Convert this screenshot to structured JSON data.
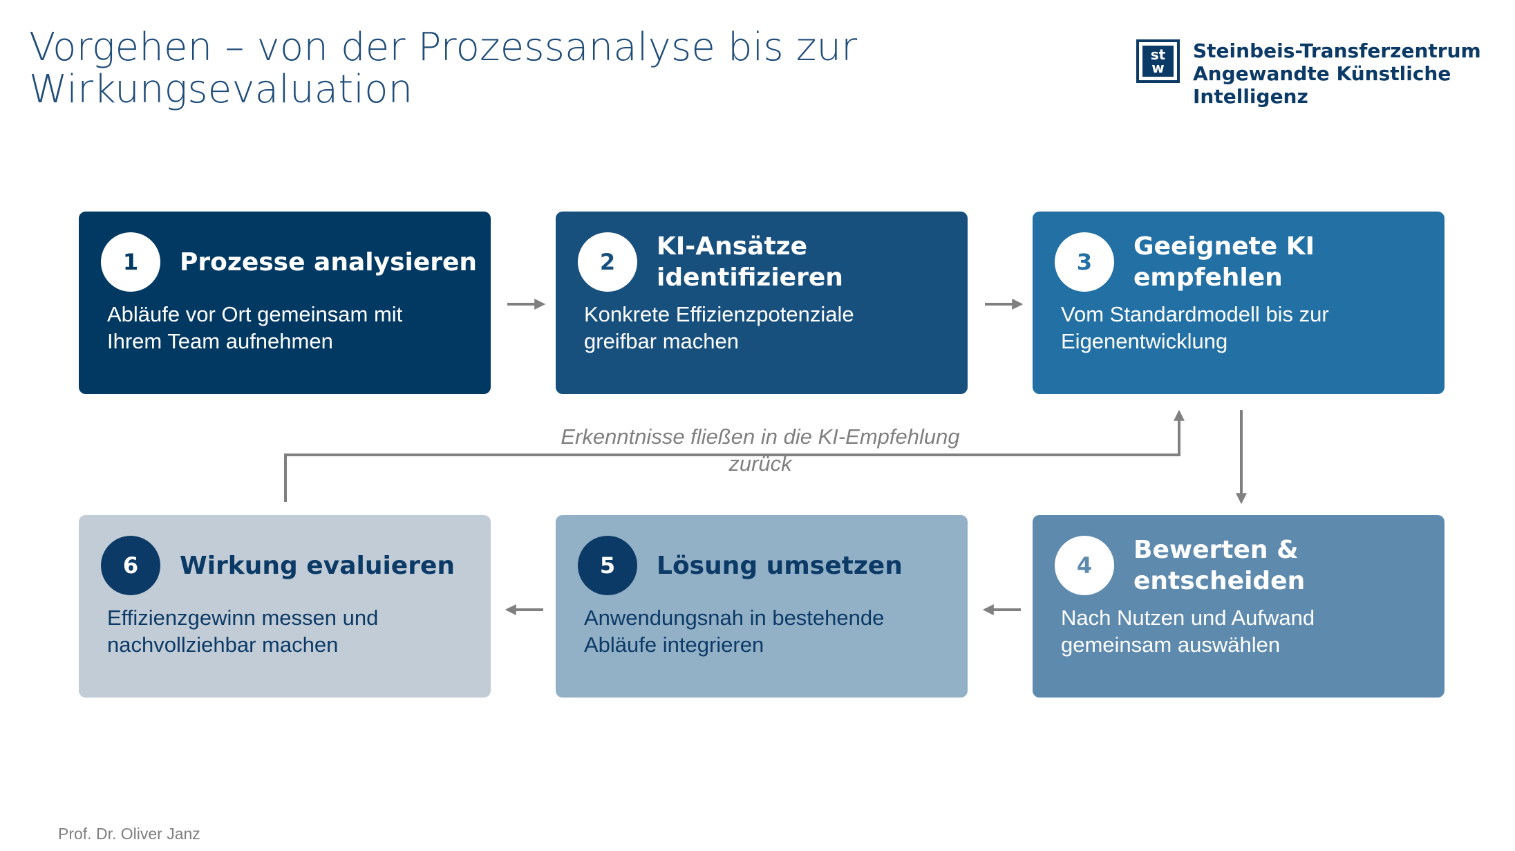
{
  "title": {
    "line1": "Vorgehen – von der Prozessanalyse bis zur",
    "line2": "Wirkungsevaluation"
  },
  "logo": {
    "mark_top": "st",
    "mark_bottom": "w",
    "line1": "Steinbeis-Transferzentrum",
    "line2": "Angewandte Künstliche",
    "line3": "Intelligenz"
  },
  "steps": [
    {
      "number": "1",
      "title_line1": "Prozesse analysieren",
      "title_line2": "",
      "desc_line1": "Abläufe vor Ort gemeinsam mit",
      "desc_line2": "Ihrem Team aufnehmen",
      "bg_color": "#013962",
      "text_color": "#ffffff",
      "circle_bg": "#ffffff",
      "circle_text": "#013962"
    },
    {
      "number": "2",
      "title_line1": "KI-Ansätze",
      "title_line2": "identifizieren",
      "desc_line1": "Konkrete Effizienzpotenziale",
      "desc_line2": "greifbar machen",
      "bg_color": "#174f7d",
      "text_color": "#ffffff",
      "circle_bg": "#ffffff",
      "circle_text": "#174f7d"
    },
    {
      "number": "3",
      "title_line1": "Geeignete KI",
      "title_line2": "empfehlen",
      "desc_line1": "Vom Standardmodell bis zur",
      "desc_line2": "Eigenentwicklung",
      "bg_color": "#2270a4",
      "text_color": "#ffffff",
      "circle_bg": "#ffffff",
      "circle_text": "#2270a4"
    },
    {
      "number": "4",
      "title_line1": "Bewerten &",
      "title_line2": "entscheiden",
      "desc_line1": "Nach Nutzen und Aufwand",
      "desc_line2": "gemeinsam auswählen",
      "bg_color": "#5e8aae",
      "text_color": "#ffffff",
      "circle_bg": "#ffffff",
      "circle_text": "#5e8aae"
    },
    {
      "number": "5",
      "title_line1": "Lösung umsetzen",
      "title_line2": "",
      "desc_line1": "Anwendungsnah in bestehende",
      "desc_line2": "Abläufe integrieren",
      "bg_color": "#92b0c6",
      "text_color": "#0c3a66",
      "circle_bg": "#0c3a66",
      "circle_text": "#ffffff"
    },
    {
      "number": "6",
      "title_line1": "Wirkung evaluieren",
      "title_line2": "",
      "desc_line1": "Effizienzgewinn messen und",
      "desc_line2": "nachvollziehbar machen",
      "bg_color": "#c1ccd6",
      "text_color": "#0c3a66",
      "circle_bg": "#0c3a66",
      "circle_text": "#ffffff"
    }
  ],
  "feedback": {
    "line1": "Erkenntnisse fließen in die KI-Empfehlung",
    "line2": "zurück"
  },
  "footer": {
    "author": "Prof. Dr. Oliver Janz"
  },
  "colors": {
    "title": "#1f4c78",
    "connector": "#808080"
  }
}
